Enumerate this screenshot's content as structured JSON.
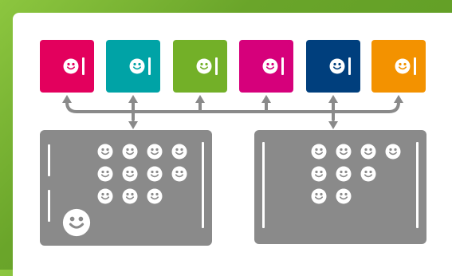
{
  "colors": {
    "background_green": "#6aa52a",
    "card": "#ffffff",
    "panel_gray": "#8a8a8a",
    "connector_gray": "#8a8a8a",
    "tiles": [
      "#e3005d",
      "#00a3a6",
      "#73b028",
      "#d6007b",
      "#003f7d",
      "#f39200"
    ]
  },
  "tiles": [
    {
      "id": "tile-1",
      "color": "#e3005d",
      "icon": "smiley-icon"
    },
    {
      "id": "tile-2",
      "color": "#00a3a6",
      "icon": "smiley-icon"
    },
    {
      "id": "tile-3",
      "color": "#73b028",
      "icon": "smiley-icon"
    },
    {
      "id": "tile-4",
      "color": "#d6007b",
      "icon": "smiley-icon"
    },
    {
      "id": "tile-5",
      "color": "#003f7d",
      "icon": "smiley-icon"
    },
    {
      "id": "tile-6",
      "color": "#f39200",
      "icon": "smiley-icon"
    }
  ],
  "panels": [
    {
      "id": "left-panel",
      "smiley_rows": [
        4,
        4,
        3
      ],
      "large_smiley": true
    },
    {
      "id": "right-panel",
      "smiley_rows": [
        4,
        3,
        2
      ],
      "large_smiley": false
    }
  ]
}
